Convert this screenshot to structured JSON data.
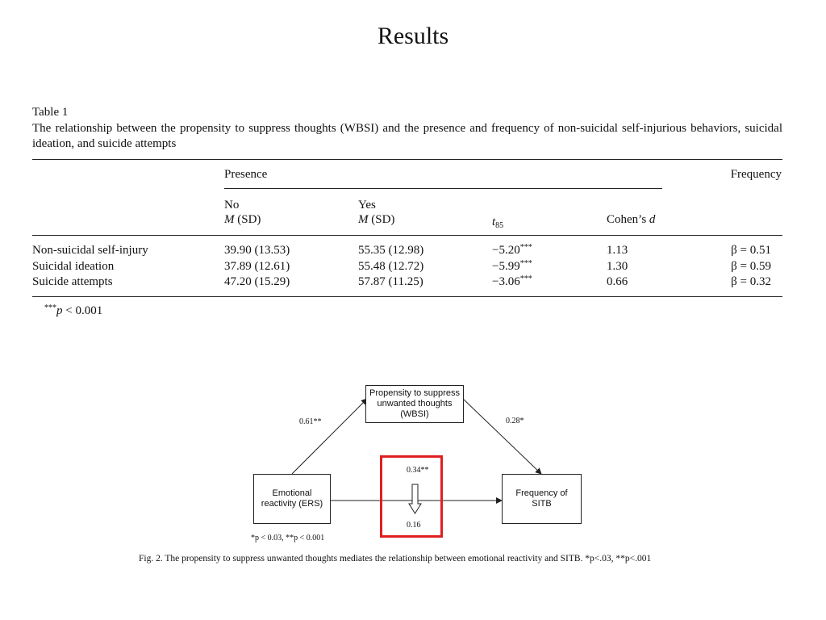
{
  "slide": {
    "title": "Results"
  },
  "table": {
    "label": "Table 1",
    "description": "The relationship between the propensity to suppress thoughts (WBSI) and the presence and frequency of non-suicidal self-injurious behaviors, suicidal ideation, and suicide attempts",
    "header": {
      "presence": "Presence",
      "frequency": "Frequency",
      "no": "No",
      "yes": "Yes",
      "m": "M",
      "sd": "(SD)",
      "t": "t",
      "t_sub": "85",
      "cohen": "Cohen’s ",
      "d": "d"
    },
    "rows": [
      {
        "label": "Non-suicidal self-injury",
        "no": "39.90 (13.53)",
        "yes": "55.35 (12.98)",
        "t": "−5.20",
        "t_sig": "***",
        "d": "1.13",
        "beta": "β = 0.51"
      },
      {
        "label": "Suicidal ideation",
        "no": "37.89 (12.61)",
        "yes": "55.48 (12.72)",
        "t": "−5.99",
        "t_sig": "***",
        "d": "1.30",
        "beta": "β = 0.59"
      },
      {
        "label": "Suicide attempts",
        "no": "47.20 (15.29)",
        "yes": "57.87 (11.25)",
        "t": "−3.06",
        "t_sig": "***",
        "d": "0.66",
        "beta": "β = 0.32"
      }
    ],
    "footnote_stars": "***",
    "footnote_p": "p",
    "footnote_rest": " < 0.001"
  },
  "figure": {
    "boxes": {
      "mediator": "Propensity to suppress unwanted thoughts (WBSI)",
      "predictor": "Emotional reactivity (ERS)",
      "outcome": "Frequency of SITB"
    },
    "paths": {
      "a": "0.61**",
      "b": "0.28*",
      "c_total": "0.34**",
      "c_direct": "0.16"
    },
    "sig_note": "*p < 0.03, **p < 0.001",
    "caption": "Fig. 2. The propensity to suppress unwanted thoughts mediates the relationship between emotional reactivity and SITB. *p<.03, **p<.001"
  },
  "colors": {
    "highlight": "#e02020"
  }
}
